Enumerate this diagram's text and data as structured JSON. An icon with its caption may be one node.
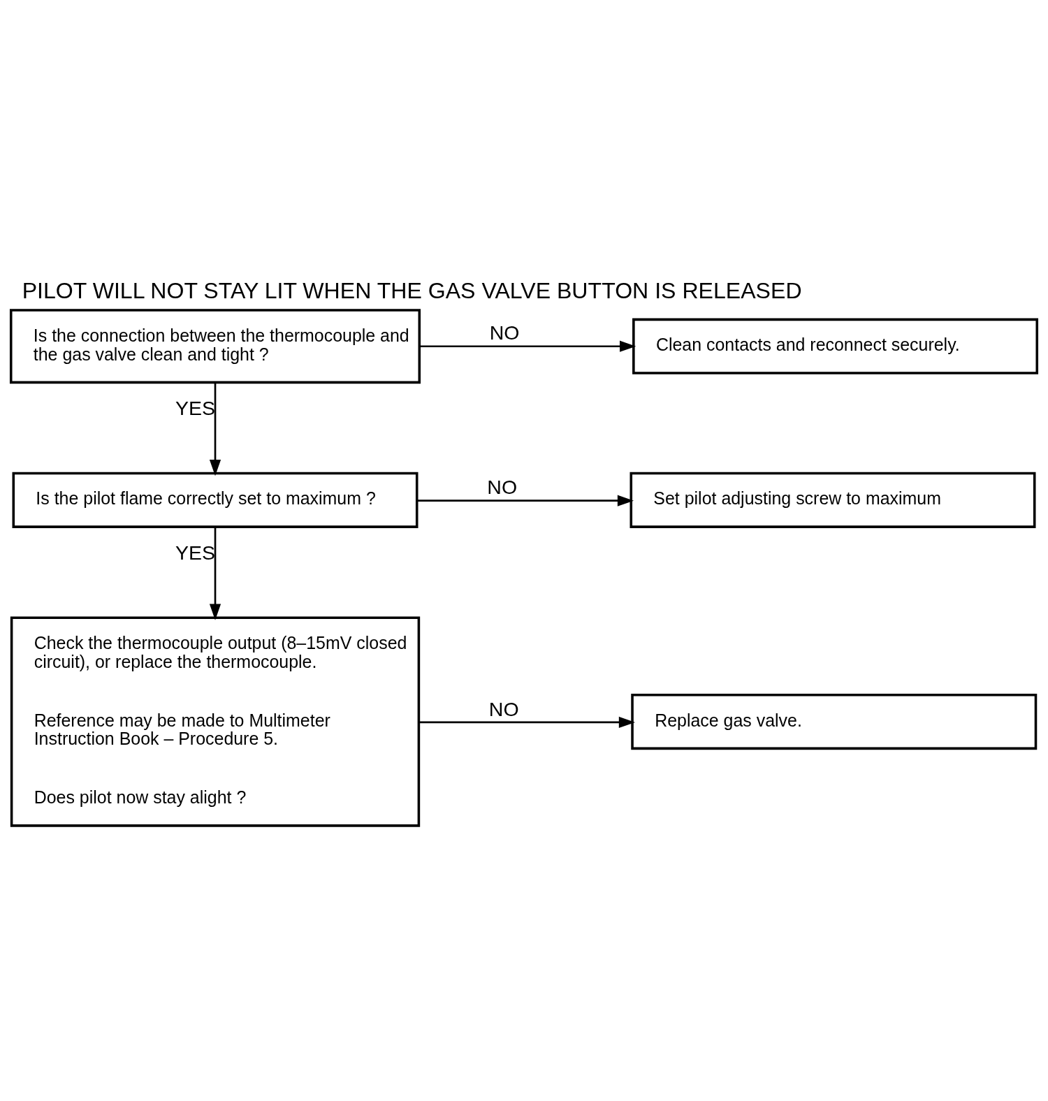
{
  "diagram": {
    "title": "PILOT WILL NOT STAY LIT WHEN THE GAS VALVE BUTTON IS RELEASED",
    "nodes": [
      {
        "text": [
          "Is the connection between the thermocouple and the gas valve clean and tight ?"
        ]
      },
      {
        "text": [
          "Clean contacts and reconnect securely."
        ]
      },
      {
        "text": [
          "Is the pilot flame correctly set to maximum ?"
        ]
      },
      {
        "text": [
          "Set pilot adjusting screw to maximum"
        ]
      },
      {
        "text": [
          "Check the thermocouple output (8–15mV closed circuit), or replace the thermocouple.",
          "Reference may be made to Multimeter Instruction Book – Procedure 5.",
          "Does pilot now stay alight ?"
        ]
      },
      {
        "text": [
          "Replace gas valve."
        ]
      }
    ],
    "edges": [
      {
        "from": 0,
        "to": 1,
        "arrow": "to",
        "label": "NO"
      },
      {
        "from": 0,
        "to": 2,
        "arrow": "to",
        "label": "YES"
      },
      {
        "from": 2,
        "to": 3,
        "arrow": "to",
        "label": "NO"
      },
      {
        "from": 2,
        "to": 4,
        "arrow": "to",
        "label": "YES"
      },
      {
        "from": 4,
        "to": 5,
        "arrow": "to",
        "label": "NO"
      }
    ]
  }
}
